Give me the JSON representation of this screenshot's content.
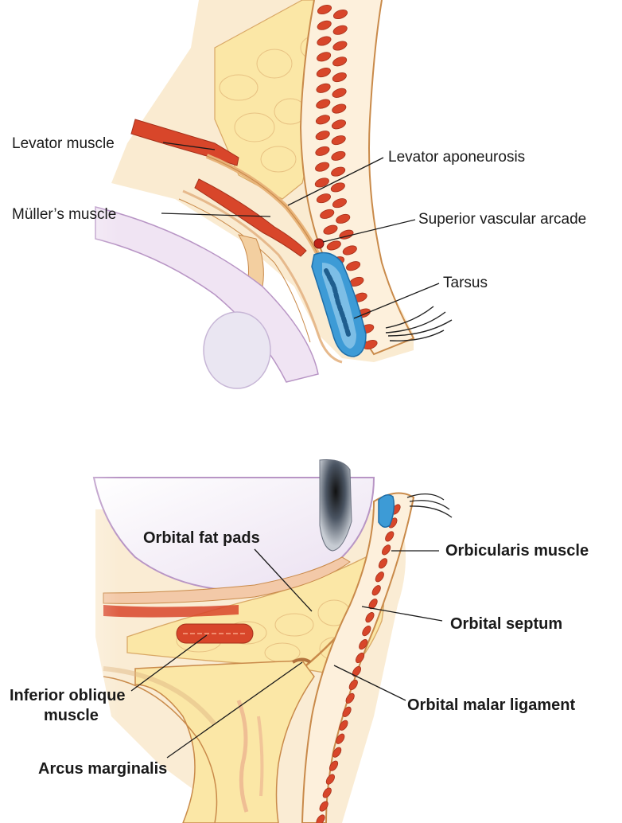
{
  "upper_eyelid": {
    "labels": {
      "levator_muscle": "Levator muscle",
      "levator_aponeurosis": "Levator aponeurosis",
      "mullers_muscle": "Müller’s muscle",
      "superior_vascular_arcade": "Superior vascular arcade",
      "tarsus": "Tarsus"
    }
  },
  "lower_eyelid": {
    "labels": {
      "orbital_fat_pads": "Orbital fat pads",
      "orbicularis_muscle": "Orbicularis muscle",
      "orbital_septum": "Orbital septum",
      "inferior_oblique_line1": "Inferior oblique",
      "inferior_oblique_line2": "muscle",
      "orbital_malar_ligament": "Orbital malar ligament",
      "arcus_marginalis": "Arcus marginalis"
    }
  },
  "colors": {
    "skin": "#f6dcb0",
    "fat": "#fbe7a6",
    "muscle": "#d8462a",
    "tarsus": "#3d9bd6",
    "globe": "#f4eef5",
    "outline": "#c98a4a"
  }
}
